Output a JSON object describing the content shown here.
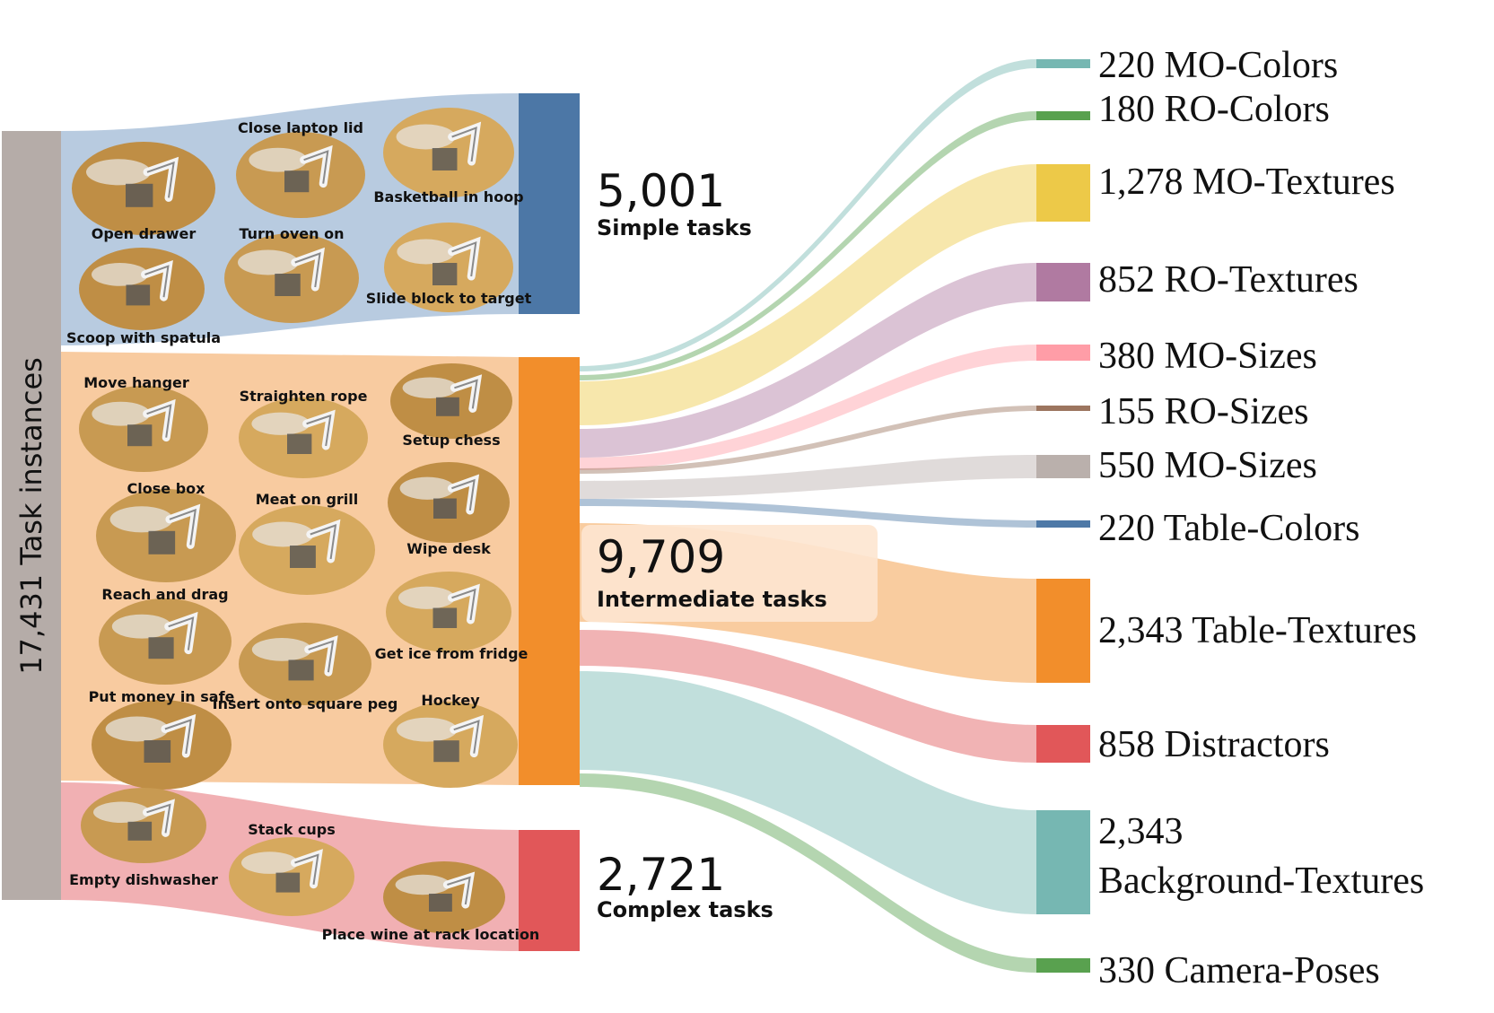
{
  "total": {
    "label": "17,431 Task instances",
    "color": "#b5aca8"
  },
  "tiers": [
    {
      "id": "simple",
      "count": "5,001",
      "label": "Simple tasks",
      "panel_color": "#b8cbe0",
      "bar_color": "#4c77a6",
      "tasks": [
        "Close laptop lid",
        "Basketball in hoop",
        "Open drawer",
        "Turn oven on",
        "Slide block to target",
        "Scoop with spatula"
      ]
    },
    {
      "id": "intermediate",
      "count": "9,709",
      "label": "Intermediate tasks",
      "panel_color": "#f8cba0",
      "bar_color": "#f28e2b",
      "tasks": [
        "Move hanger",
        "Straighten rope",
        "Setup chess",
        "Close box",
        "Meat on grill",
        "Wipe desk",
        "Reach and drag",
        "Get ice from fridge",
        "Put money in safe",
        "Insert onto square peg",
        "Hockey"
      ]
    },
    {
      "id": "complex",
      "count": "2,721",
      "label": "Complex tasks",
      "panel_color": "#f1b0b3",
      "bar_color": "#e15759",
      "tasks": [
        "Empty dishwasher",
        "Stack cups",
        "Place wine at rack location"
      ]
    }
  ],
  "variations": [
    {
      "label": "220 MO-Colors",
      "value": 220,
      "color": "#76b7b2"
    },
    {
      "label": "180 RO-Colors",
      "value": 180,
      "color": "#59a14f"
    },
    {
      "label": "1,278 MO-Textures",
      "value": 1278,
      "color": "#edc948"
    },
    {
      "label": "852 RO-Textures",
      "value": 852,
      "color": "#b07aa1"
    },
    {
      "label": "380 MO-Sizes",
      "value": 380,
      "color": "#ff9da7"
    },
    {
      "label": "155 RO-Sizes",
      "value": 155,
      "color": "#9c755f"
    },
    {
      "label": "550 MO-Sizes",
      "value": 550,
      "color": "#bab0ac"
    },
    {
      "label": "220 Table-Colors",
      "value": 220,
      "color": "#4e79a7"
    },
    {
      "label": "2,343 Table-Textures",
      "value": 2343,
      "color": "#f28e2b"
    },
    {
      "label": "858 Distractors",
      "value": 858,
      "color": "#e15759"
    },
    {
      "label": "2,343 Background-Textures",
      "label_line1": "2,343",
      "label_line2": "Background-Textures",
      "value": 2343,
      "color": "#76b7b2"
    },
    {
      "label": "330 Camera-Poses",
      "value": 330,
      "color": "#59a14f"
    }
  ]
}
